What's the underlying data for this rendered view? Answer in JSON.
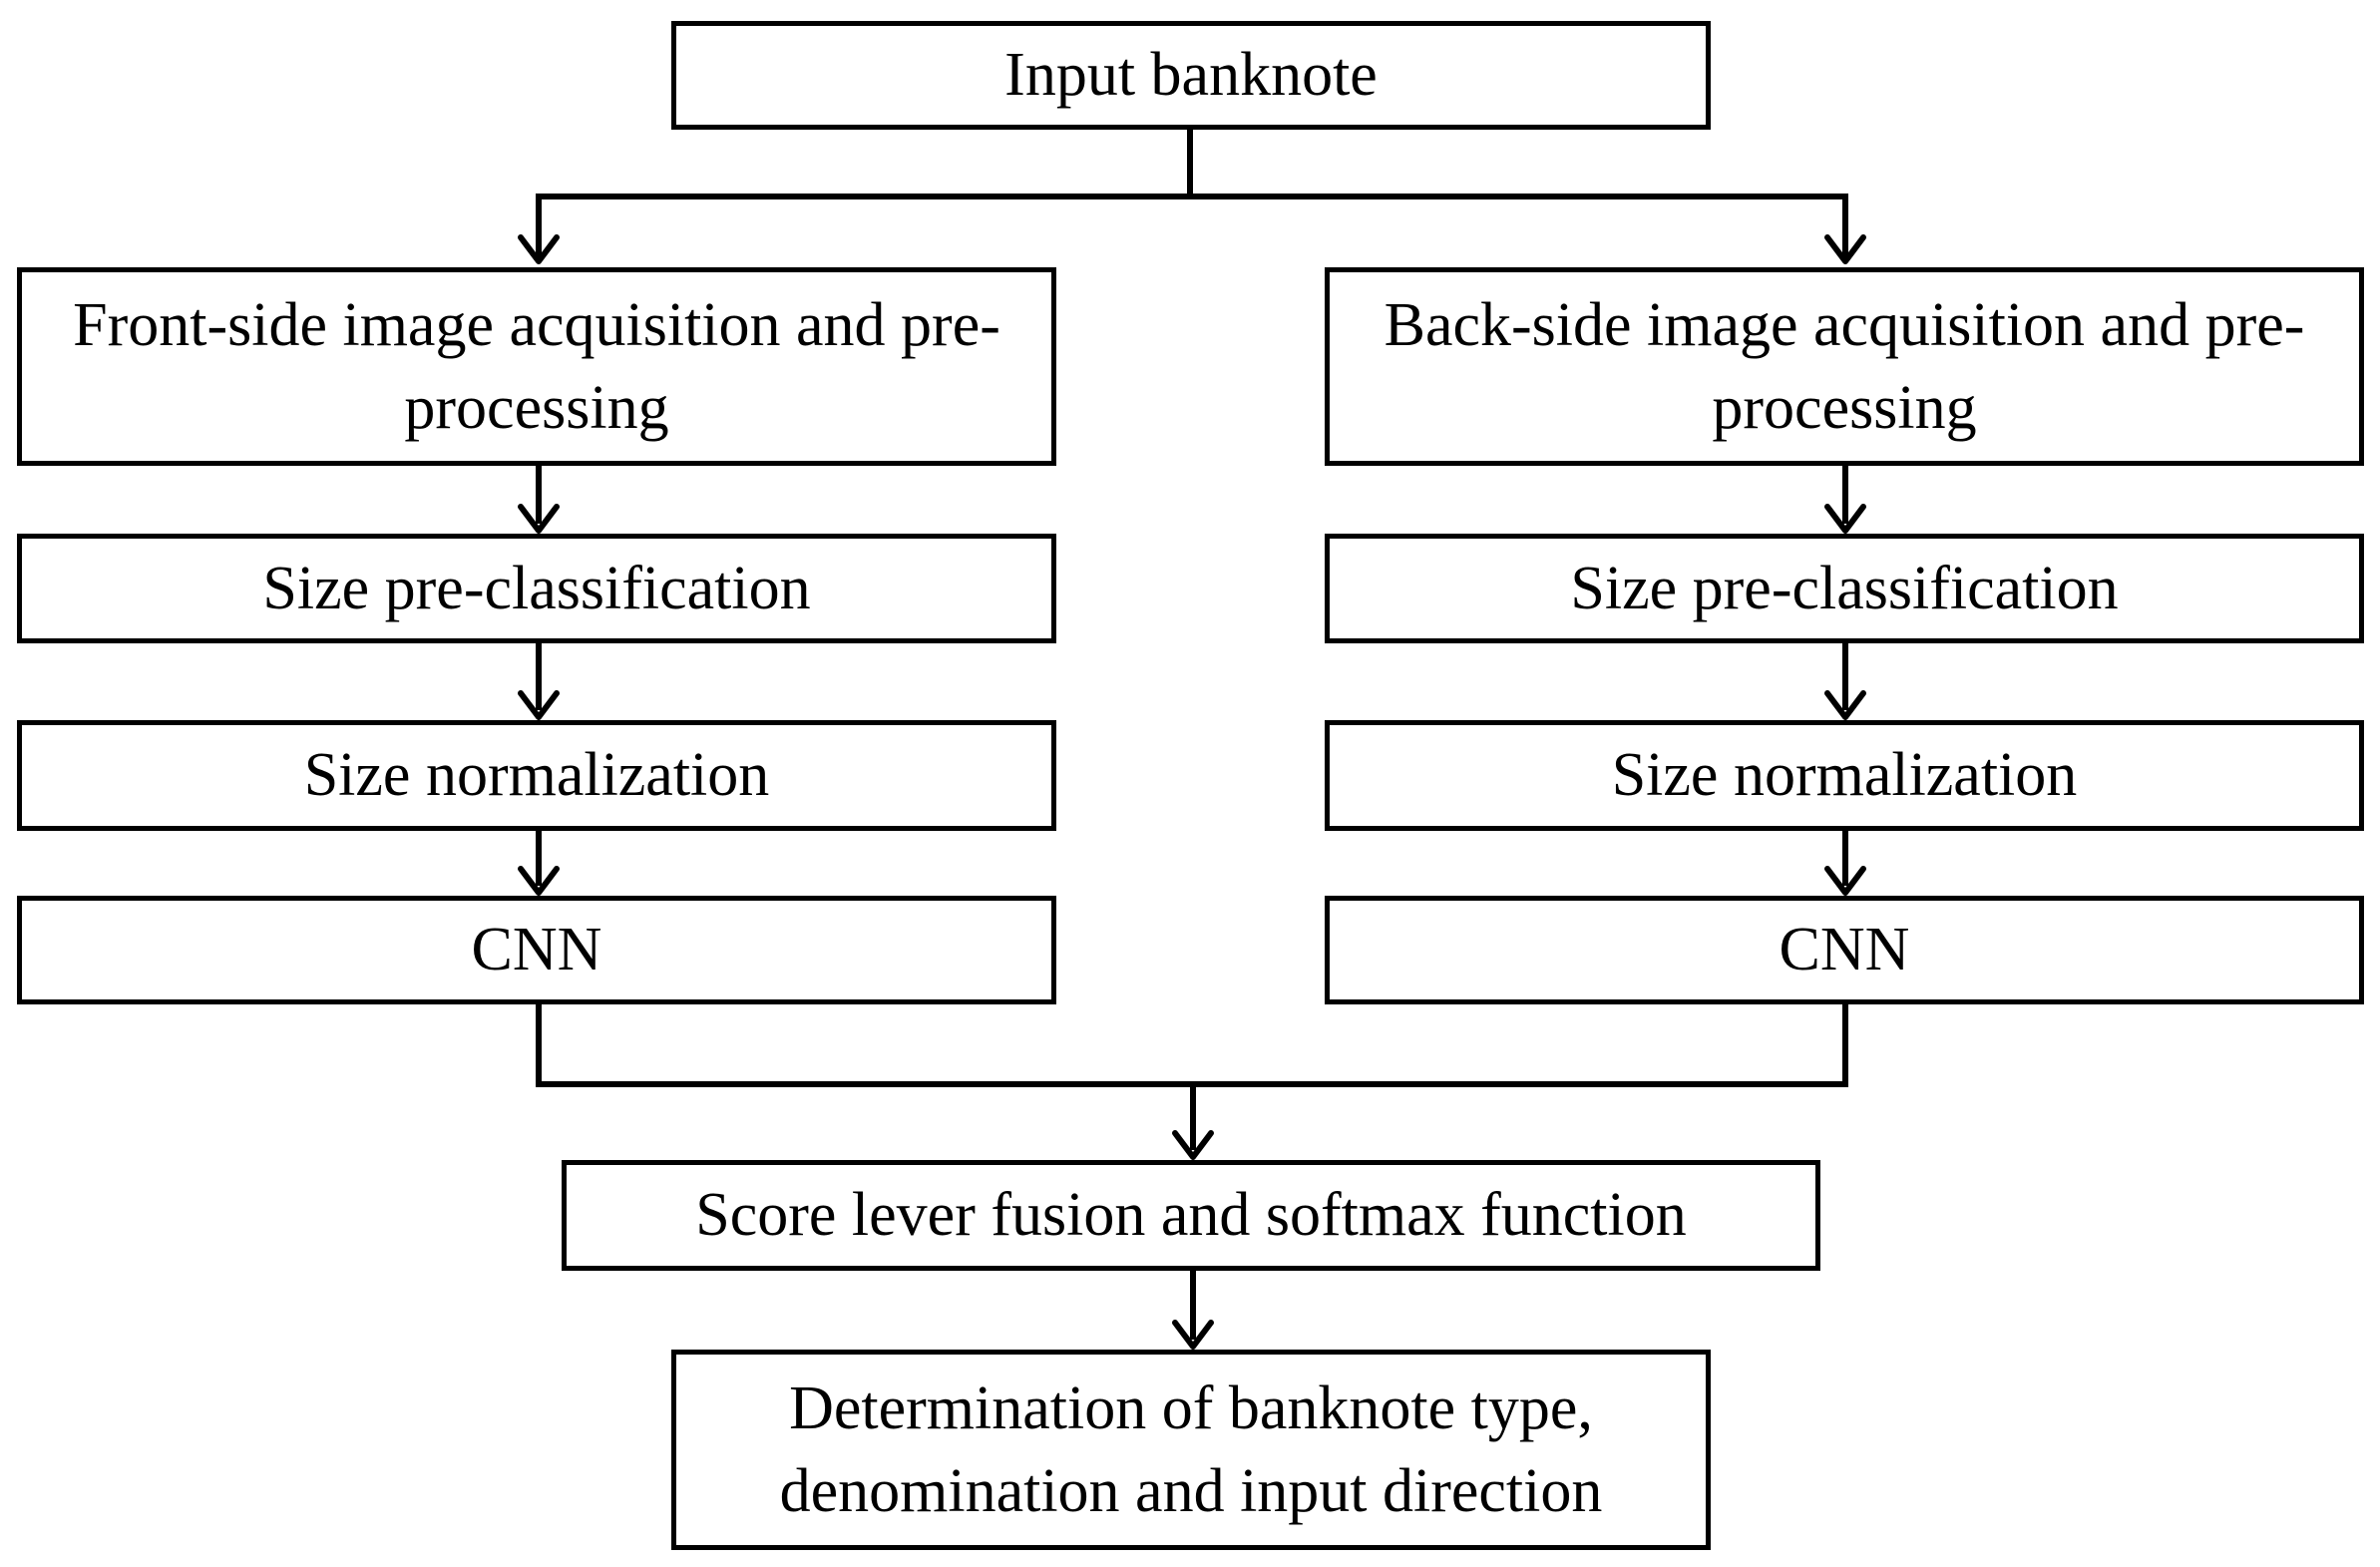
{
  "diagram": {
    "input": "Input banknote",
    "front": {
      "acquisition": "Front-side image acquisition and pre-processing",
      "preclassification": "Size pre-classification",
      "normalization": "Size normalization",
      "cnn": "CNN"
    },
    "back": {
      "acquisition": "Back-side image acquisition and pre-processing",
      "preclassification": "Size pre-classification",
      "normalization": "Size normalization",
      "cnn": "CNN"
    },
    "fusion": "Score lever fusion and softmax function",
    "output": "Determination of banknote type, denomination and input direction"
  }
}
